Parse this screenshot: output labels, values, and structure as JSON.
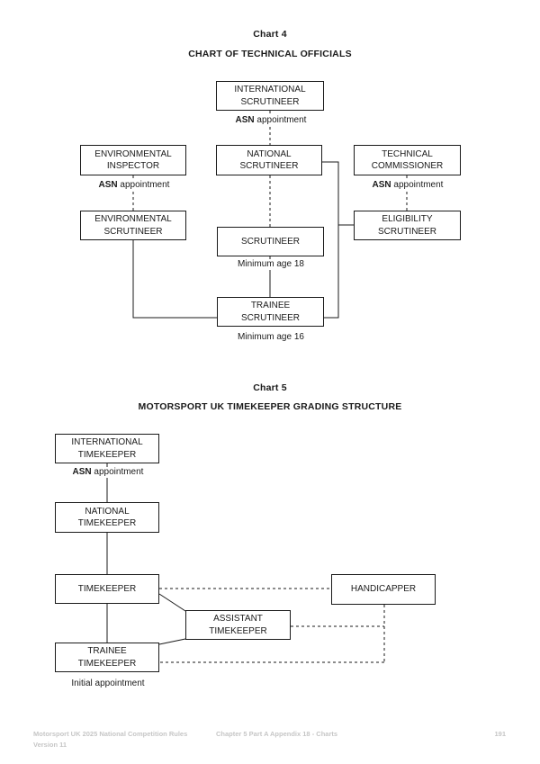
{
  "labels": {
    "asn_bold": "ASN",
    "asn_rest": " appointment"
  },
  "chart4": {
    "chart_label": "Chart 4",
    "title": "CHART OF TECHNICAL OFFICIALS",
    "boxes": {
      "international_scrutineer": "INTERNATIONAL\nSCRUTINEER",
      "environmental_inspector": "ENVIRONMENTAL\nINSPECTOR",
      "national_scrutineer": "NATIONAL\nSCRUTINEER",
      "technical_commissioner": "TECHNICAL\nCOMMISSIONER",
      "environmental_scrutineer": "ENVIRONMENTAL\nSCRUTINEER",
      "eligibility_scrutineer": "ELIGIBILITY\nSCRUTINEER",
      "scrutineer": "SCRUTINEER",
      "trainee_scrutineer": "TRAINEE\nSCRUTINEER"
    },
    "annotations": {
      "min_age_18": "Minimum age 18",
      "min_age_16": "Minimum age 16"
    }
  },
  "chart5": {
    "chart_label": "Chart 5",
    "title": "MOTORSPORT UK TIMEKEEPER GRADING STRUCTURE",
    "boxes": {
      "international_timekeeper": "INTERNATIONAL\nTIMEKEEPER",
      "national_timekeeper": "NATIONAL\nTIMEKEEPER",
      "timekeeper": "TIMEKEEPER",
      "handicapper": "HANDICAPPER",
      "assistant_timekeeper": "ASSISTANT\nTIMEKEEPER",
      "trainee_timekeeper": "TRAINEE\nTIMEKEEPER"
    },
    "annotations": {
      "initial_appointment": "Initial appointment"
    }
  },
  "footer": {
    "left_line1": "Motorsport UK 2025 National Competition Rules",
    "left_line2": "Version 11",
    "center": "Chapter 5 Part A Appendix 18 - Charts",
    "page_number": "191"
  },
  "colors": {
    "line": "#1a1a1a",
    "text": "#1a1a1a",
    "footer_text": "#c6c6c6",
    "background": "#ffffff"
  }
}
